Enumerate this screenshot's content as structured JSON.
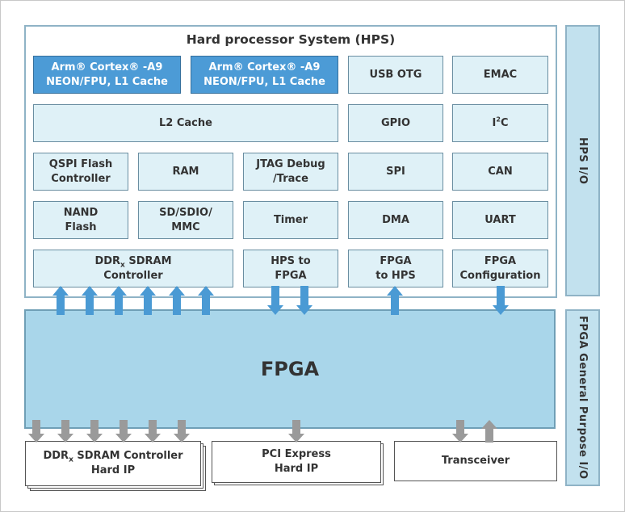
{
  "hps": {
    "title": "Hard processor System (HPS)"
  },
  "cpu": {
    "a_line1": "Arm® Cortex® -A9",
    "a_line2": "NEON/FPU, L1 Cache",
    "b_line1": "Arm® Cortex® -A9",
    "b_line2": "NEON/FPU, L1 Cache"
  },
  "blocks": {
    "usb_otg": "USB OTG",
    "emac": "EMAC",
    "l2_cache": "L2 Cache",
    "gpio": "GPIO",
    "i2c_base": "I",
    "i2c_sup": "2",
    "i2c_end": "C",
    "qspi_line1": "QSPI Flash",
    "qspi_line2": "Controller",
    "ram": "RAM",
    "jtag_line1": "JTAG Debug",
    "jtag_line2": "/Trace",
    "spi": "SPI",
    "can": "CAN",
    "nand_line1": "NAND",
    "nand_line2": "Flash",
    "sd_line1": "SD/SDIO/",
    "sd_line2": "MMC",
    "timer": "Timer",
    "dma": "DMA",
    "uart": "UART",
    "ddr_ctrl_pre": "DDR",
    "ddr_ctrl_sub": "x",
    "ddr_ctrl_post": " SDRAM",
    "ddr_ctrl_line2": "Controller",
    "hps_to_fpga_line1": "HPS to",
    "hps_to_fpga_line2": "FPGA",
    "fpga_to_hps_line1": "FPGA",
    "fpga_to_hps_line2": "to HPS",
    "fpga_cfg_line1": "FPGA",
    "fpga_cfg_line2": "Configuration"
  },
  "hps_io": "HPS I/O",
  "fpga": {
    "label": "FPGA"
  },
  "fpga_gpio": "FPGA General Purpose I/O",
  "hard_ip": {
    "ddr_pre": "DDR",
    "ddr_sub": "x",
    "ddr_post": " SDRAM Controller",
    "ddr_line2": "Hard IP",
    "pcie_line1": "PCI Express",
    "pcie_line2": "Hard IP",
    "transceiver": "Transceiver"
  },
  "colors": {
    "hps_border": "#8fb3c6",
    "block_fill": "#dff1f7",
    "cpu_fill": "#4c9bd6",
    "fpga_fill": "#a9d6ea",
    "blue_arrow": "#4a9ad4",
    "gray_arrow": "#9a9a9a"
  }
}
